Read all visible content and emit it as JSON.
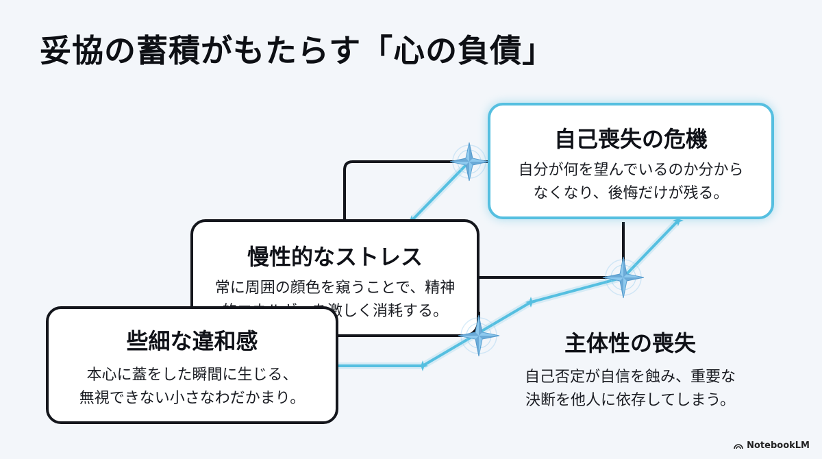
{
  "title": "妥協の蓄積がもたらす「心の負債」",
  "stages": {
    "small": {
      "title": "些細な違和感",
      "desc": [
        "本心に蓋をした瞬間に生じる、",
        "無視できない小さなわだかまり。"
      ]
    },
    "chronic": {
      "title": "慢性的なストレス",
      "desc": [
        "常に周囲の顔色を窺うことで、精神",
        "的エネルギーを激しく消耗する。"
      ]
    },
    "loss": {
      "title": "主体性の喪失",
      "desc": [
        "自己否定が自信を蝕み、重要な",
        "決断を他人に依存してしまう。"
      ]
    },
    "crisis": {
      "title": "自己喪失の危機",
      "desc": [
        "自分が何を望んでいるのか分から",
        "なくなり、後悔だけが残る。"
      ]
    }
  },
  "colors": {
    "line_dark": "#14161c",
    "line_accent": "#55bfe0",
    "star": "#8ec9ee"
  },
  "brand": "NotebookLM"
}
